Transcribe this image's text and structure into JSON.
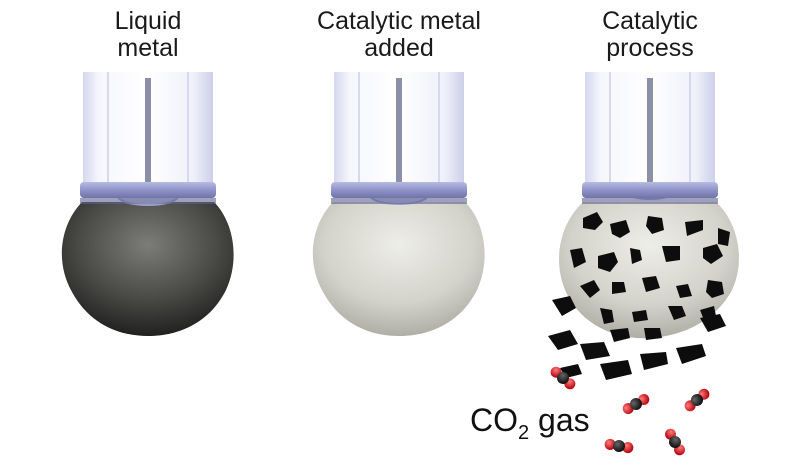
{
  "panels": [
    {
      "label_line1": "Liquid",
      "label_line2": "metal"
    },
    {
      "label_line1": "Catalytic metal",
      "label_line2": "added"
    },
    {
      "label_line1": "Catalytic",
      "label_line2": "process"
    }
  ],
  "gas_label": {
    "prefix": "CO",
    "subscript": "2",
    "suffix": "gas"
  },
  "colors": {
    "liquid_metal": "#2f2f2f",
    "alloy_droplet": "#d4d4cc",
    "carbon_flakes": "#0d0d0d",
    "oxygen_atom": "#e0101a",
    "carbon_atom": "#1a1a1a",
    "tube_glass": "#e6e8f4",
    "tube_ring": "#8f93c8"
  }
}
